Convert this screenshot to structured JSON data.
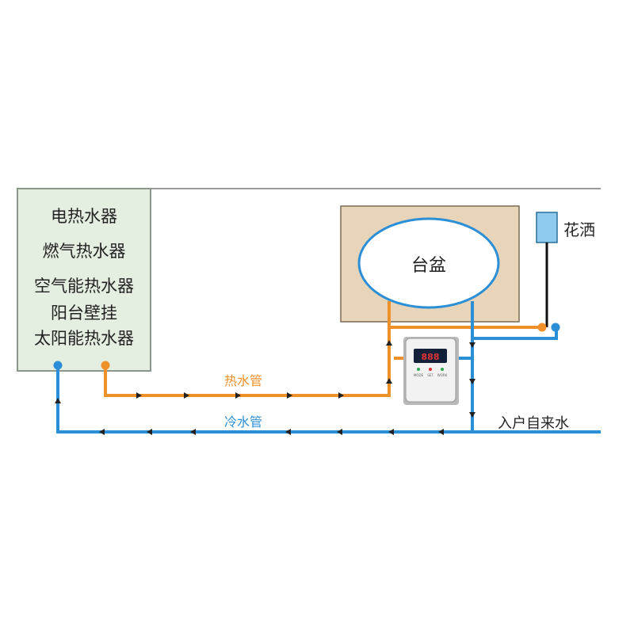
{
  "heater_box": {
    "lines": [
      "电热水器",
      "燃气热水器",
      "空气能热水器",
      "阳台壁挂",
      "太阳能热水器"
    ],
    "fill": "#e4efe1",
    "stroke": "#8a968a"
  },
  "basin": {
    "label": "台盆",
    "cabinet_fill": "#e8d4b8"
  },
  "shower": {
    "label": "花洒",
    "fill": "#8ecbee"
  },
  "pipes": {
    "hot": {
      "label": "热水管",
      "color": "#f0902a"
    },
    "cold": {
      "label": "冷水管",
      "color": "#2a8fd6"
    }
  },
  "inlet": {
    "label": "入户自来水"
  },
  "controller": {
    "display_digits": "888",
    "status_labels": [
      "MODE",
      "SET",
      "WORK"
    ]
  },
  "colors": {
    "arrow": "#222222",
    "wall": "#9a9a9a"
  }
}
